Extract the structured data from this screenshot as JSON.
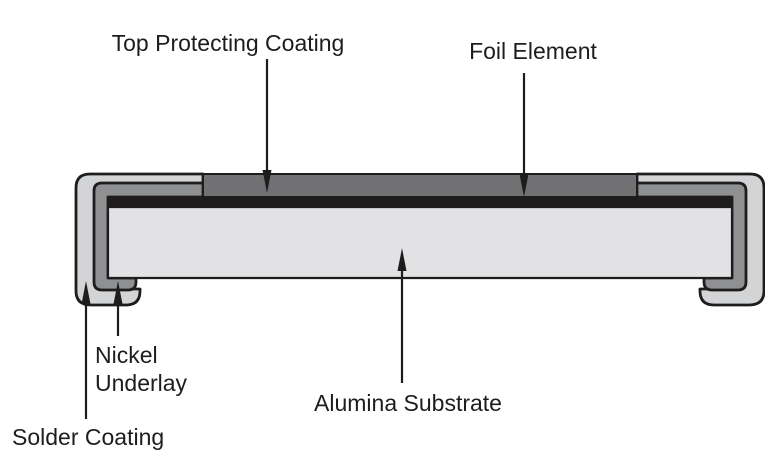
{
  "diagram": {
    "kind": "chip-resistor-cross-section",
    "labels": {
      "top_protecting_coating": "Top Protecting Coating",
      "foil_element": "Foil Element",
      "nickel_underlay_line1": "Nickel",
      "nickel_underlay_line2": "Underlay",
      "solder_coating": "Solder Coating",
      "alumina_substrate": "Alumina Substrate"
    },
    "colors": {
      "background": "#ffffff",
      "outline": "#1f1c1d",
      "text": "#1f1c1d",
      "solder_coating_fill": "#d3d4d6",
      "nickel_underlay_fill": "#8f9091",
      "top_coating_fill": "#717173",
      "foil_fill": "#1f1c1d",
      "substrate_fill": "#e2e2e4"
    }
  }
}
